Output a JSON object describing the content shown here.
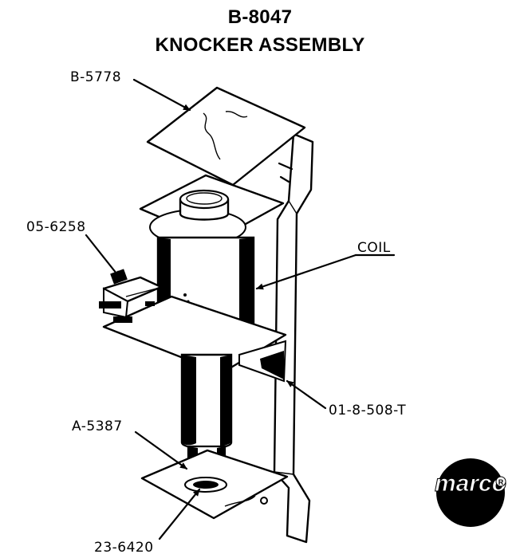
{
  "header": {
    "part_number": "B-8047",
    "title": "KNOCKER ASSEMBLY"
  },
  "callouts": {
    "top_plate": "B-5778",
    "switch": "05-6258",
    "coil": "COIL",
    "bracket": "01-8-508-T",
    "plunger": "A-5387",
    "tip": "23-6420"
  },
  "logo": {
    "text": "marco",
    "trademark": "R"
  }
}
